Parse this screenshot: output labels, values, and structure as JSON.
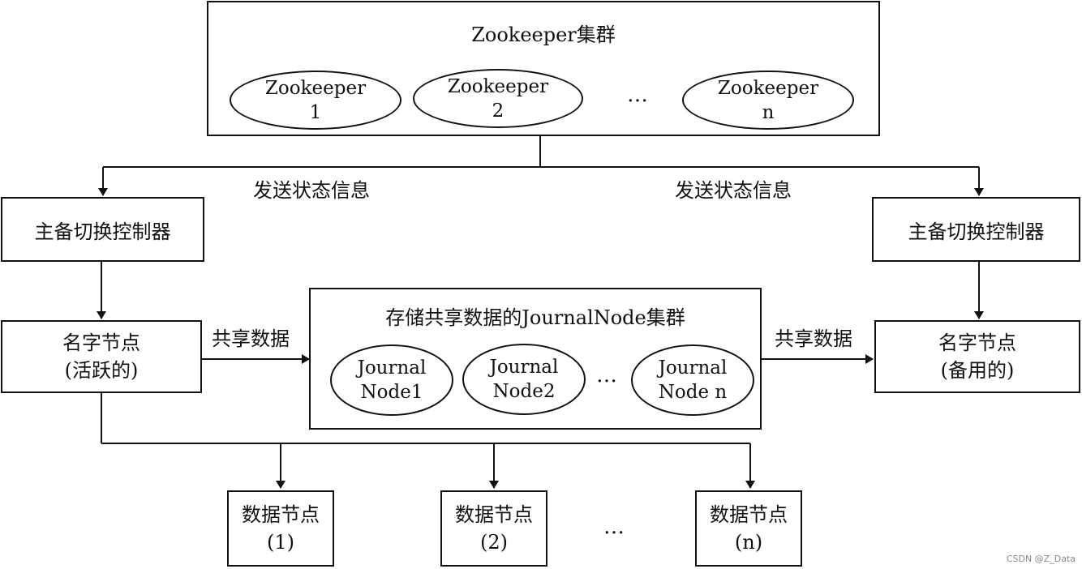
{
  "zk_cluster": {
    "title": "Zookeeper集群",
    "nodes": [
      {
        "line1": "Zookeeper",
        "line2": "1"
      },
      {
        "line1": "Zookeeper",
        "line2": "2"
      },
      {
        "line1": "Zookeeper",
        "line2": "n"
      }
    ],
    "ellipsis": "…"
  },
  "send_label_left": "发送状态信息",
  "send_label_right": "发送状态信息",
  "controller_left": "主备切换控制器",
  "controller_right": "主备切换控制器",
  "namenode_active": {
    "line1": "名字节点",
    "line2": "(活跃的)"
  },
  "namenode_standby": {
    "line1": "名字节点",
    "line2": "(备用的)"
  },
  "share_label_left": "共享数据",
  "share_label_right": "共享数据",
  "journal_cluster": {
    "title": "存储共享数据的JournalNode集群",
    "nodes": [
      {
        "line1": "Journal",
        "line2": "Node1"
      },
      {
        "line1": "Journal",
        "line2": "Node2"
      },
      {
        "line1": "Journal",
        "line2": "Node n"
      }
    ],
    "ellipsis": "…"
  },
  "datanodes": [
    {
      "line1": "数据节点",
      "line2": "(1)"
    },
    {
      "line1": "数据节点",
      "line2": "(2)"
    },
    {
      "line1": "数据节点",
      "line2": "(n)"
    }
  ],
  "datanodes_ellipsis": "…",
  "watermark": "CSDN @Z_Data"
}
